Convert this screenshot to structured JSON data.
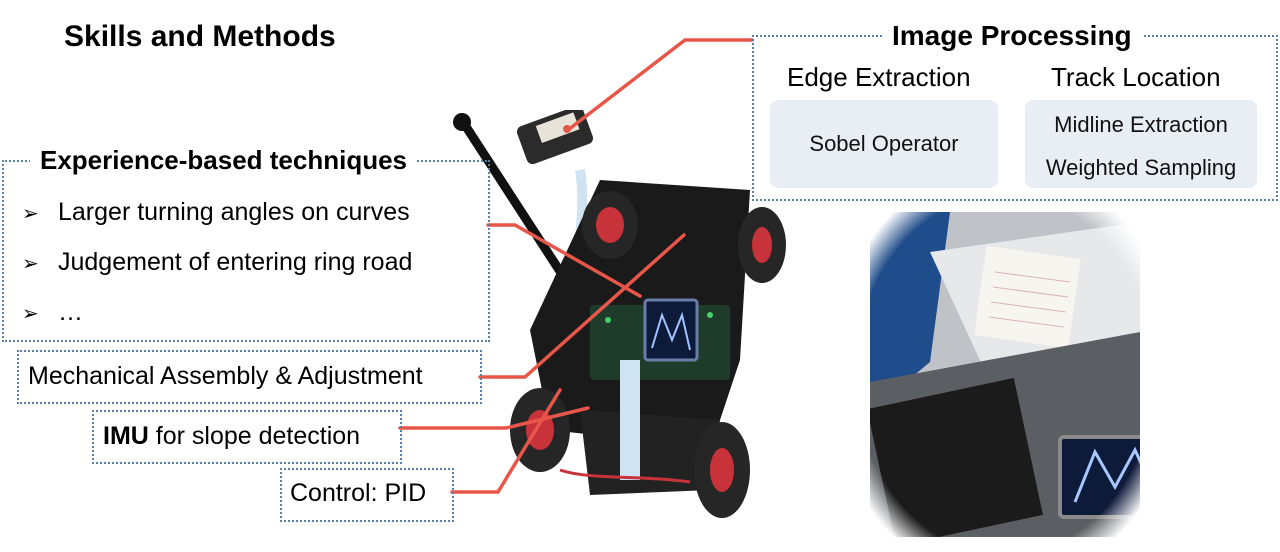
{
  "title": "Skills and Methods",
  "image_processing": {
    "heading": "Image Processing",
    "edge_extraction": {
      "heading": "Edge Extraction",
      "items": [
        "Sobel Operator"
      ]
    },
    "track_location": {
      "heading": "Track Location",
      "items": [
        "Midline Extraction",
        "Weighted Sampling"
      ]
    }
  },
  "experience": {
    "heading": "Experience-based techniques",
    "items": [
      "Larger turning angles on curves",
      "Judgement of entering ring road",
      "…"
    ]
  },
  "mechanical": {
    "label": "Mechanical Assembly & Adjustment"
  },
  "imu": {
    "bold": "IMU",
    "rest": " for slope detection"
  },
  "control": {
    "label": "Control: PID"
  },
  "colors": {
    "connector": "#e8564a",
    "box_border": "#5a7fa6",
    "card_bg": "#e9eef5"
  }
}
